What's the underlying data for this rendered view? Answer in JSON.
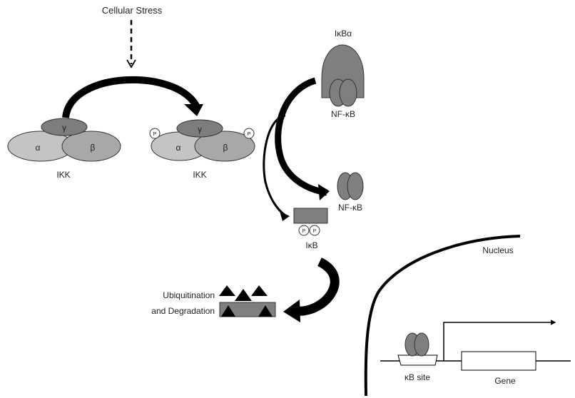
{
  "labels": {
    "stimulus": "Cellular Stress",
    "ikk_left": "IKK",
    "ikk_right": "IKK",
    "ikk_alpha": "α",
    "ikk_beta": "β",
    "ikk_gamma": "γ",
    "ikba": "IκBα",
    "nfkb_complex": "NF-κB",
    "nfkb_free": "NF-κB",
    "ikb": "IκB",
    "phospho": "P",
    "ubiquitination_line1": "Ubiquitination",
    "ubiquitination_line2": "and Degradation",
    "nucleus": "Nucleus",
    "kb_site": "κB site",
    "gene": "Gene"
  },
  "colors": {
    "alpha": "#c4c4c4",
    "beta": "#a8a8a8",
    "gamma": "#7d7d7d",
    "protein": "#7f7f7f",
    "arrow": "#000000"
  }
}
